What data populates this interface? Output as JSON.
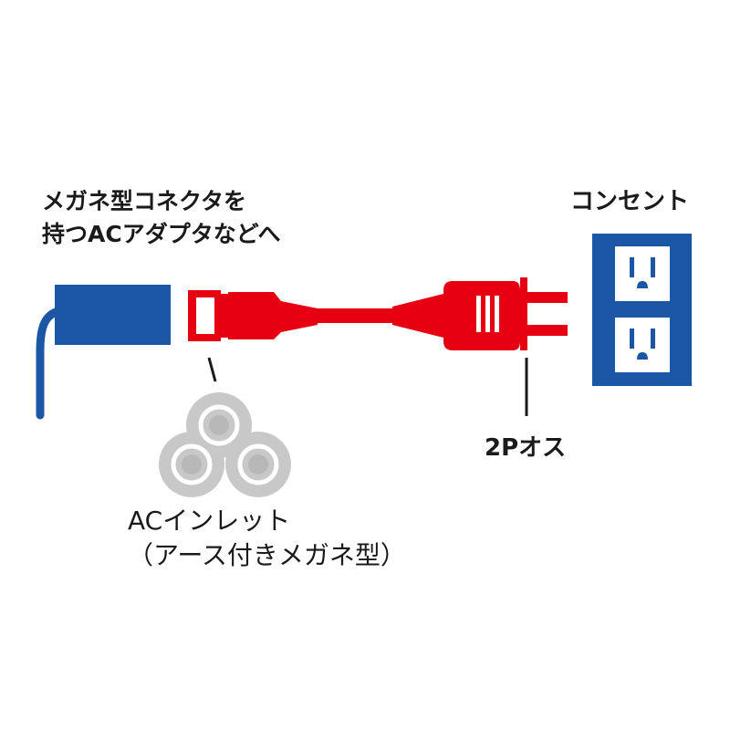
{
  "labels": {
    "adapter_line1": "メガネ型コネクタを",
    "adapter_line2": "持つACアダプタなどへ",
    "outlet": "コンセント",
    "plug": "2Pオス",
    "inlet_line1": "ACインレット",
    "inlet_line2": "（アース付きメガネ型）"
  },
  "colors": {
    "blue": "#1c57a5",
    "red": "#e60012",
    "gray": "#c8c8c8",
    "line": "#1a1a1a"
  }
}
